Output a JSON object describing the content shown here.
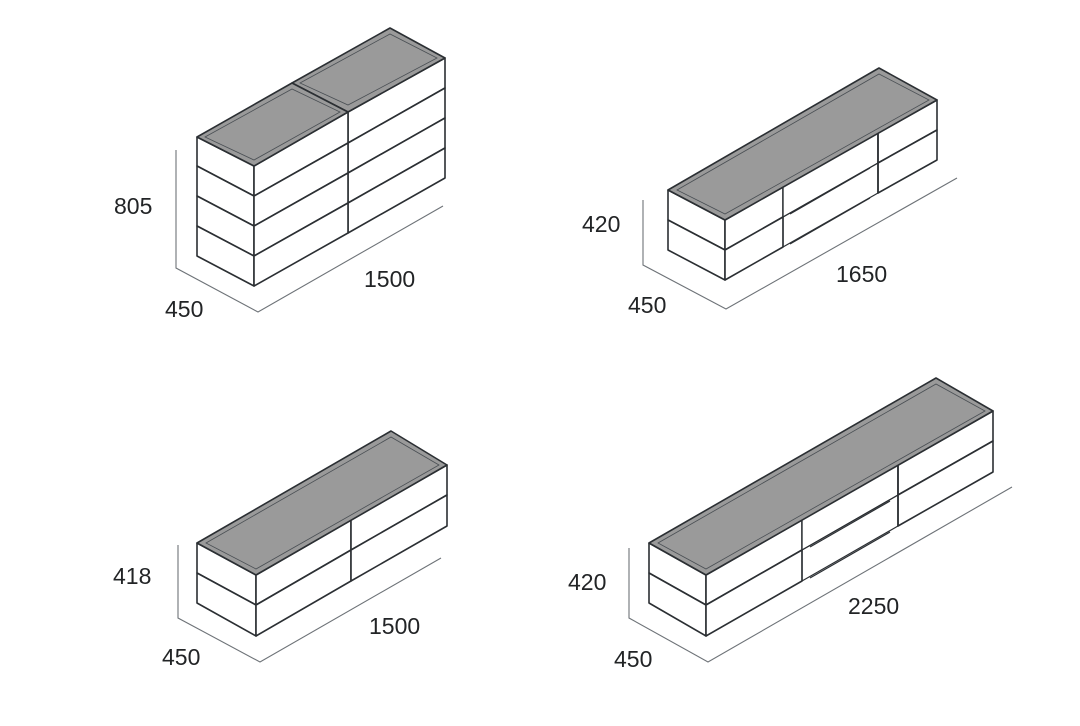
{
  "units": [
    {
      "height": "805",
      "depth": "450",
      "width": "1500"
    },
    {
      "height": "420",
      "depth": "450",
      "width": "1650"
    },
    {
      "height": "418",
      "depth": "450",
      "width": "1500"
    },
    {
      "height": "420",
      "depth": "450",
      "width": "2250"
    }
  ],
  "colors": {
    "top_surface": "#9a9a9a",
    "line": "#2b2f33",
    "dimension_line": "#6e7378"
  }
}
